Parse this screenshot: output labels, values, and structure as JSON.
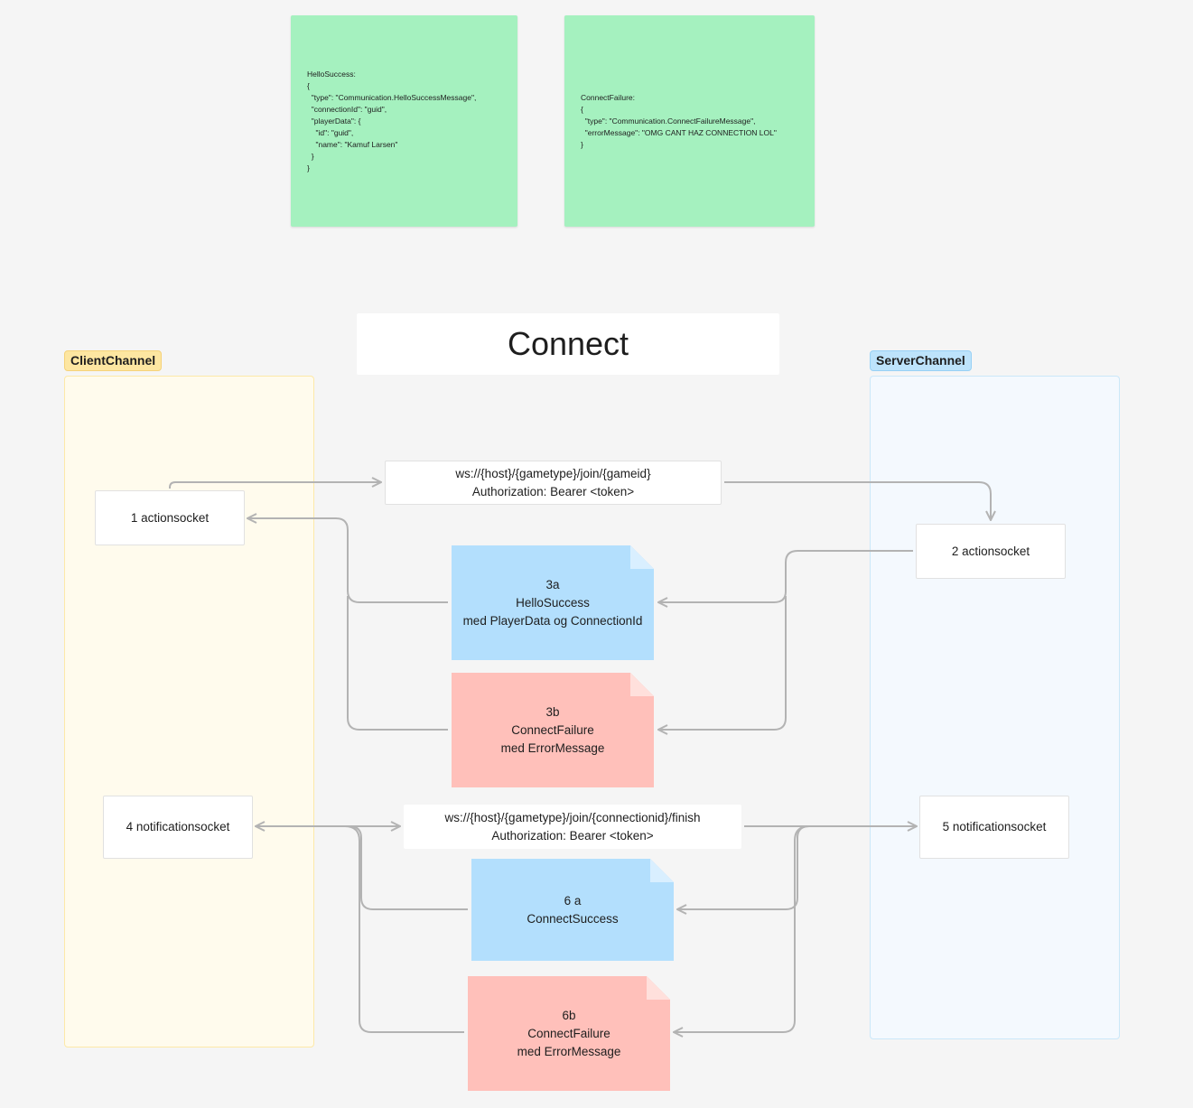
{
  "stickies": {
    "hello_success": "HelloSuccess:\n{\n  \"type\": \"Communication.HelloSuccessMessage\",\n  \"connectionId\": \"guid\",\n  \"playerData\": {\n    \"id\": \"guid\",\n    \"name\": \"Kamuf Larsen\"\n  }\n}",
    "connect_failure": "ConnectFailure:\n{\n  \"type\": \"Communication.ConnectFailureMessage\",\n  \"errorMessage\": \"OMG CANT HAZ CONNECTION LOL\"\n}"
  },
  "title": "Connect",
  "sections": {
    "client": "ClientChannel",
    "server": "ServerChannel"
  },
  "nodes": {
    "client_action": "1 actionsocket",
    "server_action": "2 actionsocket",
    "client_notification": "4 notificationsocket",
    "server_notification": "5 notificationsocket"
  },
  "requests": {
    "join": {
      "line1": "ws://{host}/{gametype}/join/{gameid}",
      "line2": "Authorization: Bearer <token>"
    },
    "finish": {
      "line1": "ws://{host}/{gametype}/join/{connectionid}/finish",
      "line2": "Authorization: Bearer <token>"
    }
  },
  "messages": {
    "m3a": [
      "3a",
      "HelloSuccess",
      "med PlayerData og ConnectionId"
    ],
    "m3b": [
      "3b",
      "ConnectFailure",
      "med ErrorMessage"
    ],
    "m6a": [
      "6 a",
      "ConnectSuccess"
    ],
    "m6b": [
      "6b",
      "ConnectFailure",
      "med ErrorMessage"
    ]
  },
  "colors": {
    "sticky_green": "#a5f1bf",
    "client_bg": "#fffbed",
    "client_border": "#fde9a8",
    "client_label": "#fde6a1",
    "server_bg": "#f4f9fe",
    "server_border": "#cbe8f9",
    "server_label": "#bde3fb",
    "blue_doc": "#b3dffd",
    "red_doc": "#ffc0ba",
    "connector": "#b3b3b3"
  }
}
